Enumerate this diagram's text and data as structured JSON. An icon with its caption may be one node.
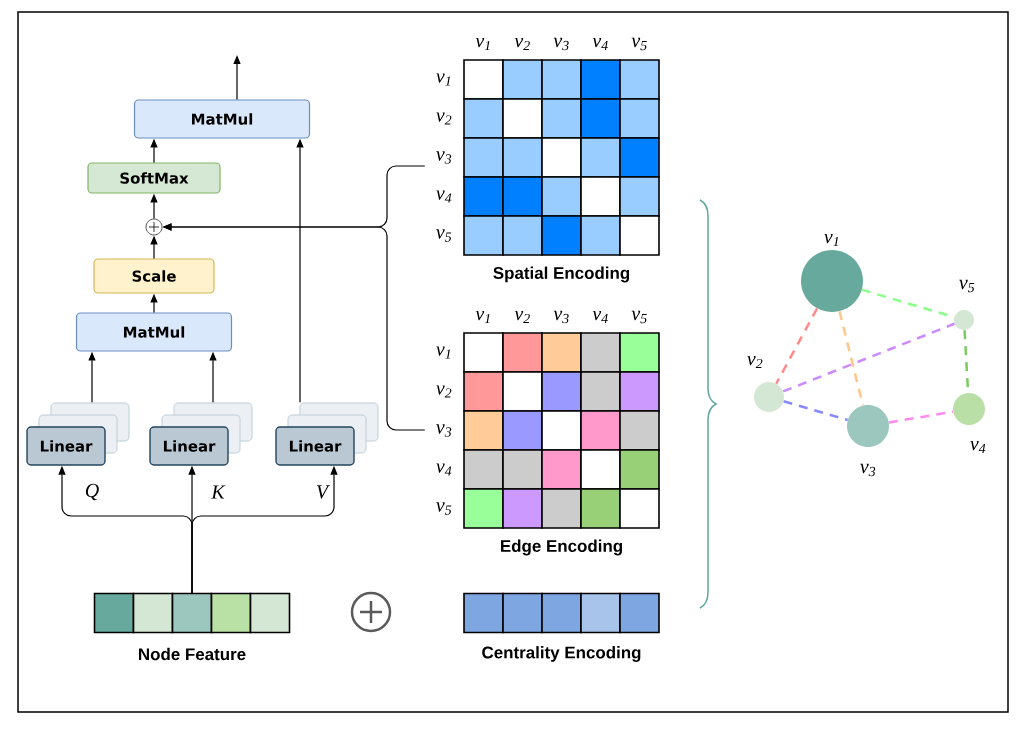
{
  "diagram": {
    "nodes": [
      {
        "text": [
          "MatMul"
        ]
      },
      {
        "text": [
          "SoftMax"
        ]
      },
      {
        "text": [],
        "shape": "circle"
      },
      {
        "text": [
          "Scale"
        ]
      },
      {
        "text": [
          "MatMul"
        ]
      },
      {
        "text": [
          "Linear"
        ],
        "beside": [
          "Q"
        ]
      },
      {
        "text": [
          "Linear"
        ],
        "beside": [
          "K"
        ]
      },
      {
        "text": [
          "Linear"
        ],
        "beside": [
          "V"
        ]
      },
      {
        "text": [
          "Node Feature"
        ]
      },
      {
        "text": [
          "Spatial Encoding"
        ],
        "beside": [
          "v$_{1}$",
          "v$_{2}$",
          "v$_{3}$",
          "v$_{4}$",
          "v$_{5}$",
          "v$_{1}$",
          "v$_{2}$",
          "v$_{3}$",
          "v$_{4}$",
          "v$_{5}$"
        ]
      },
      {
        "text": [
          "Edge Encoding"
        ],
        "beside": [
          "v$_{1}$",
          "v$_{2}$",
          "v$_{3}$",
          "v$_{4}$",
          "v$_{5}$",
          "v$_{1}$",
          "v$_{2}$",
          "v$_{3}$",
          "v$_{4}$",
          "v$_{5}$"
        ]
      },
      {
        "text": [
          "Centrality Encoding"
        ]
      },
      {
        "text": [
          "v$_{1}$"
        ]
      },
      {
        "text": [
          "v$_{2}$"
        ]
      },
      {
        "text": [
          "v$_{3}$"
        ]
      },
      {
        "text": [
          "v$_{4}$"
        ]
      },
      {
        "text": [
          "v$_{5}$"
        ]
      }
    ],
    "edges": [
      {
        "from": 0,
        "to": null,
        "arrow": "to"
      },
      {
        "from": 1,
        "to": 0,
        "arrow": "to"
      },
      {
        "from": 2,
        "to": 1,
        "arrow": "to"
      },
      {
        "from": 3,
        "to": 2,
        "arrow": "to"
      },
      {
        "from": 4,
        "to": 3,
        "arrow": "to"
      },
      {
        "from": 5,
        "to": 4,
        "arrow": "to"
      },
      {
        "from": 6,
        "to": 4,
        "arrow": "to"
      },
      {
        "from": 7,
        "to": 0,
        "arrow": "to"
      },
      {
        "from": 9,
        "to": 2,
        "arrow": "to"
      },
      {
        "from": 10,
        "to": 2,
        "arrow": "to"
      },
      {
        "from": 8,
        "to": 5,
        "arrow": "to"
      },
      {
        "from": 8,
        "to": 6,
        "arrow": "to"
      },
      {
        "from": 8,
        "to": 7,
        "arrow": "to"
      },
      {
        "from": 12,
        "to": 13,
        "arrow": "none",
        "style": "dashed",
        "color": "#ff8a8a"
      },
      {
        "from": 12,
        "to": 14,
        "arrow": "none",
        "style": "dashed",
        "color": "#ffc58a"
      },
      {
        "from": 12,
        "to": 16,
        "arrow": "none",
        "style": "dashed",
        "color": "#8aff8a"
      },
      {
        "from": 13,
        "to": 16,
        "arrow": "none",
        "style": "dashed",
        "color": "#cc8aff"
      },
      {
        "from": 13,
        "to": 14,
        "arrow": "none",
        "style": "dashed",
        "color": "#8a8aff"
      },
      {
        "from": 14,
        "to": 15,
        "arrow": "none",
        "style": "dashed",
        "color": "#ff8aee"
      },
      {
        "from": 16,
        "to": 15,
        "arrow": "none",
        "style": "dashed",
        "color": "#7acb60"
      }
    ]
  }
}
